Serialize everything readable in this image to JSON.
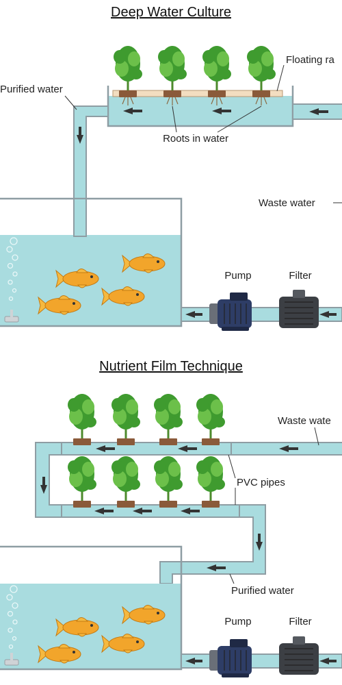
{
  "sections": [
    {
      "id": "dwc",
      "title": "Deep Water Culture",
      "labels": {
        "floating_raft": "Floating ra",
        "purified_water": "Purified water",
        "roots_in_water": "Roots in water",
        "waste_water": "Waste water",
        "pump": "Pump",
        "filter": "Filter"
      },
      "plant_count": 4,
      "fish_count": 4
    },
    {
      "id": "nft",
      "title": "Nutrient Film Technique",
      "labels": {
        "waste_water": "Waste wate",
        "pvc_pipes": "PVC pipes",
        "purified_water": "Purified water",
        "pump": "Pump",
        "filter": "Filter"
      },
      "plant_count": 8,
      "fish_count": 4
    }
  ],
  "colors": {
    "water": "#a9dcdf",
    "pipe_stroke": "#8e9da3",
    "fish": "#f2a52b",
    "leaf": "#3f9b2f",
    "pump": "#2e3d66",
    "filter": "#3c3f44"
  },
  "icons": [
    "plant-icon",
    "fish-icon",
    "pump-icon",
    "filter-icon",
    "bubbles-icon",
    "air-stone-icon"
  ]
}
